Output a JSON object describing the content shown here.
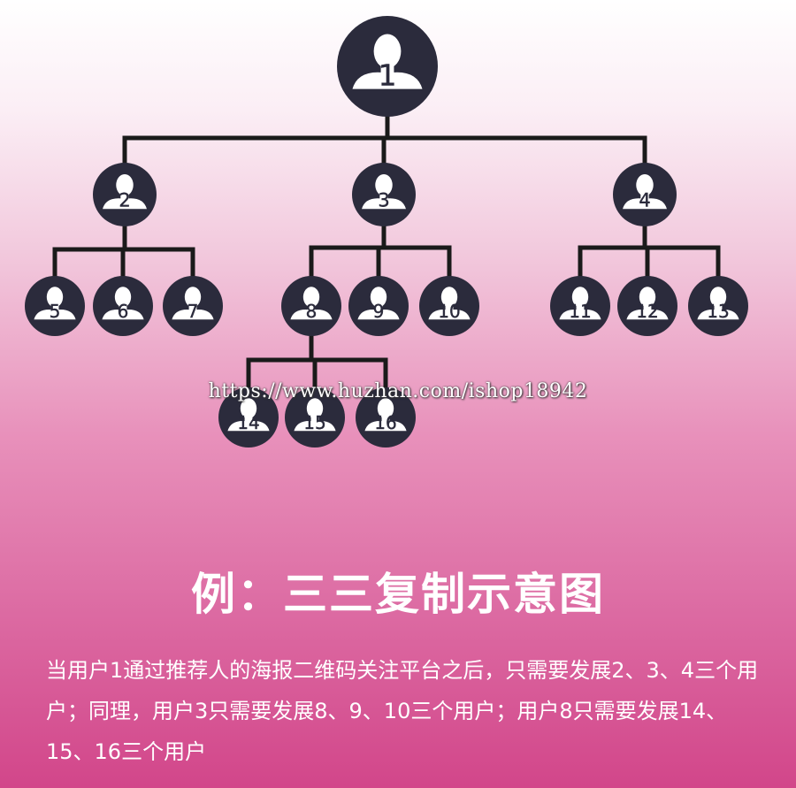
{
  "diagram": {
    "nodes": [
      {
        "id": "1",
        "label": "1"
      },
      {
        "id": "2",
        "label": "2"
      },
      {
        "id": "3",
        "label": "3"
      },
      {
        "id": "4",
        "label": "4"
      },
      {
        "id": "5",
        "label": "5"
      },
      {
        "id": "6",
        "label": "6"
      },
      {
        "id": "7",
        "label": "7"
      },
      {
        "id": "8",
        "label": "8"
      },
      {
        "id": "9",
        "label": "9"
      },
      {
        "id": "10",
        "label": "10"
      },
      {
        "id": "11",
        "label": "11"
      },
      {
        "id": "12",
        "label": "12"
      },
      {
        "id": "13",
        "label": "13"
      },
      {
        "id": "14",
        "label": "14"
      },
      {
        "id": "15",
        "label": "15"
      },
      {
        "id": "16",
        "label": "16"
      }
    ],
    "edges": [
      [
        "1",
        "2"
      ],
      [
        "1",
        "3"
      ],
      [
        "1",
        "4"
      ],
      [
        "2",
        "5"
      ],
      [
        "2",
        "6"
      ],
      [
        "2",
        "7"
      ],
      [
        "3",
        "8"
      ],
      [
        "3",
        "9"
      ],
      [
        "3",
        "10"
      ],
      [
        "4",
        "11"
      ],
      [
        "4",
        "12"
      ],
      [
        "4",
        "13"
      ],
      [
        "8",
        "14"
      ],
      [
        "8",
        "15"
      ],
      [
        "8",
        "16"
      ]
    ]
  },
  "watermark": "https://www.huzhan.com/ishop18942",
  "title": "例：三三复制示意图",
  "description": "当用户1通过推荐人的海报二维码关注平台之后，只需要发展2、3、4三个用户；同理，用户3只需要发展8、9、10三个用户；用户8只需要发展14、15、16三个用户",
  "colors": {
    "node": "#2b2b3c",
    "line": "#1a1a1a",
    "text": "#ffffff"
  }
}
